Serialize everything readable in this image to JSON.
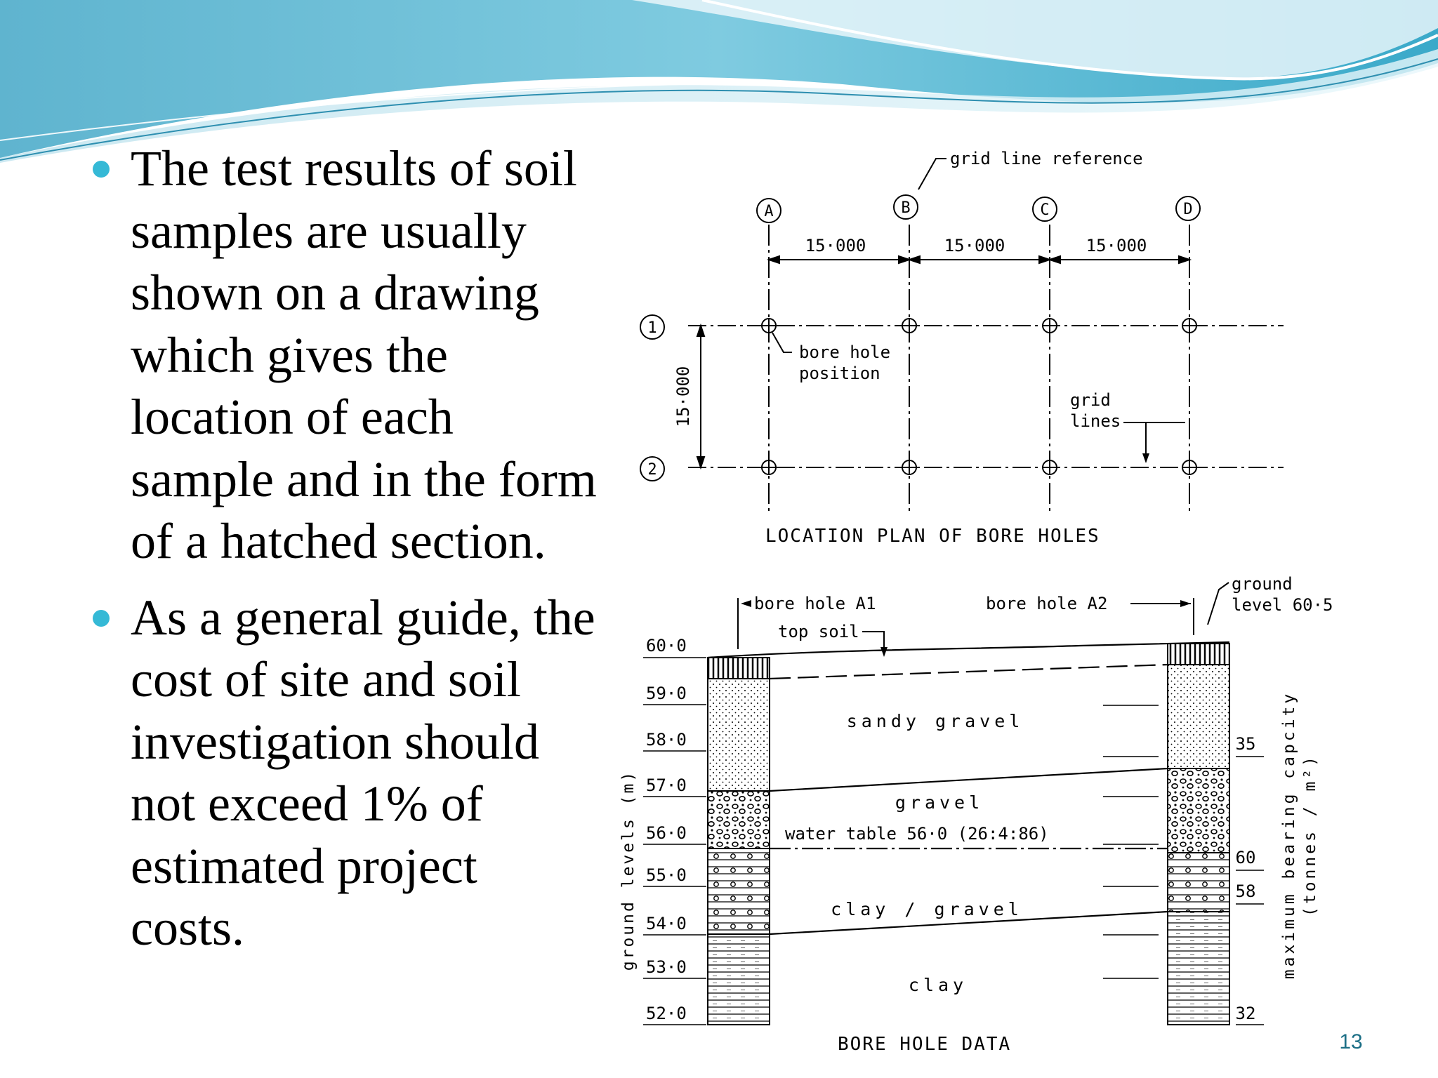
{
  "bullets": [
    "The test results of soil samples are usually shown on a drawing which gives the location of each sample and in the form of a hatched section.",
    "As a general guide, the cost of site and soil investigation should not exceed 1% of estimated project costs."
  ],
  "bullet_color": "#35b9d6",
  "page_number": "13",
  "figure": {
    "plan": {
      "title": "LOCATION PLAN OF BORE HOLES",
      "grid_line_reference": "grid line reference",
      "columns": [
        "A",
        "B",
        "C",
        "D"
      ],
      "rows": [
        "1",
        "2"
      ],
      "spacings": [
        "15·000",
        "15·000",
        "15·000"
      ],
      "row_spacing": "15·000",
      "bore_hole_label_1": "bore hole",
      "bore_hole_label_2": "position",
      "grid_lines_label_1": "grid",
      "grid_lines_label_2": "lines"
    },
    "section": {
      "title": "BORE HOLE DATA",
      "bore_hole_a1": "bore hole A1",
      "bore_hole_a2": "bore hole A2",
      "ground_level_1": "ground",
      "ground_level_2": "level 60·5",
      "top_soil": "top soil",
      "levels": [
        "60·0",
        "59·0",
        "58·0",
        "57·0",
        "56·0",
        "55·0",
        "54·0",
        "53·0",
        "52·0"
      ],
      "left_axis_label": "ground levels (m)",
      "right_axis_label_1": "maximum bearing capcity",
      "right_axis_label_2": "(tonnes / m²)",
      "bearing_values": [
        "35",
        "60",
        "58",
        "32"
      ],
      "strata": [
        "sandy gravel",
        "gravel",
        "clay / gravel",
        "clay"
      ],
      "water_table": "water table 56·0 (26:4:86)"
    }
  }
}
